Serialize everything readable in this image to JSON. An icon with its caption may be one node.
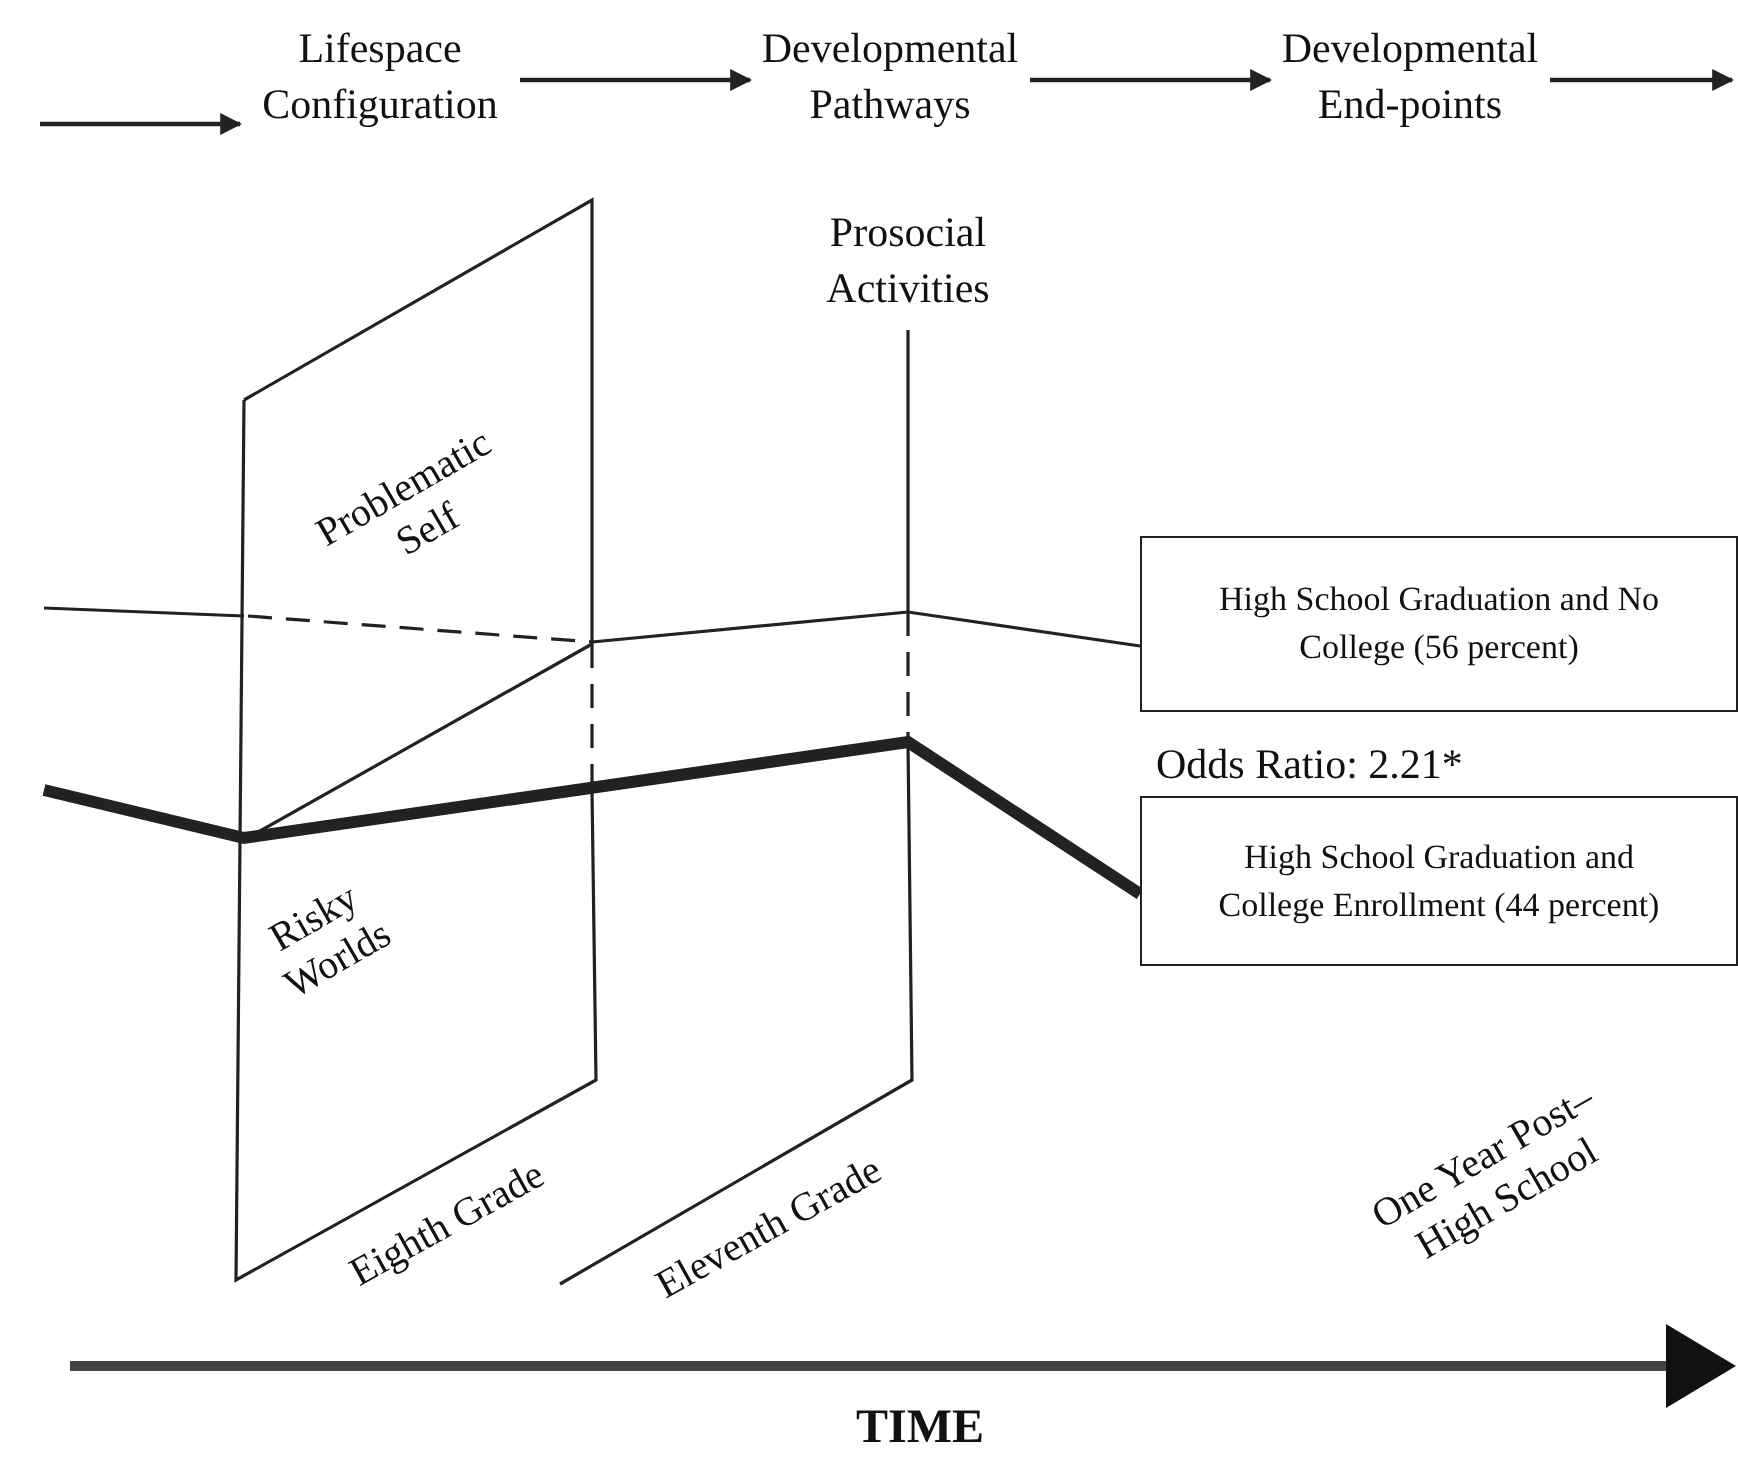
{
  "diagram": {
    "nodes": [
      {
        "text": [
          "Lifespace Configuration"
        ]
      },
      {
        "text": [
          "Developmental Pathways"
        ]
      },
      {
        "text": [
          "Developmental End-points"
        ]
      },
      {
        "text": [
          "Eighth Grade"
        ]
      },
      {
        "text": [
          "Problematic Self"
        ],
        "in": 3
      },
      {
        "text": [
          "Risky Worlds"
        ],
        "in": 3
      },
      {
        "text": [
          "Prosocial Activities",
          "Eleventh Grade"
        ]
      },
      {
        "text": [
          "High School Graduation and No College (56 percent)"
        ]
      },
      {
        "text": [
          "High School Graduation and College Enrollment (44 percent)"
        ]
      }
    ],
    "edges": [
      {
        "from": null,
        "to": 0,
        "arrow": "to"
      },
      {
        "from": 0,
        "to": 1,
        "arrow": "to"
      },
      {
        "from": 1,
        "to": 2,
        "arrow": "to"
      },
      {
        "from": 2,
        "to": null,
        "arrow": "to"
      },
      {
        "from": null,
        "to": 7,
        "arrow": "none"
      },
      {
        "from": null,
        "to": 8,
        "arrow": "none",
        "style": "thick"
      }
    ],
    "labels": [
      "Odds Ratio: 2.21*",
      "One Year Post– High School",
      "TIME"
    ]
  }
}
